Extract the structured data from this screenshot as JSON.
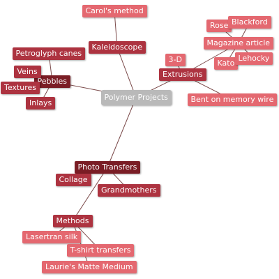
{
  "colors": {
    "root": "#b9b9b9",
    "dark": "#7a1d25",
    "medium": "#ad3340",
    "light": "#e46870"
  },
  "mindmap": {
    "nodes": [
      {
        "id": "root",
        "label": "Polymer Projects",
        "tone": "root"
      },
      {
        "id": "kaleidoscope",
        "label": "Kaleidoscope",
        "tone": "medium"
      },
      {
        "id": "carols-method",
        "label": "Carol's method",
        "tone": "light"
      },
      {
        "id": "extrusions",
        "label": "Extrusions",
        "tone": "medium"
      },
      {
        "id": "3d",
        "label": "3-D",
        "tone": "light"
      },
      {
        "id": "magazine-article",
        "label": "Magazine article",
        "tone": "light"
      },
      {
        "id": "rose",
        "label": "Rose",
        "tone": "light"
      },
      {
        "id": "blackford",
        "label": "Blackford",
        "tone": "light"
      },
      {
        "id": "kato",
        "label": "Kato",
        "tone": "light"
      },
      {
        "id": "lehocky",
        "label": "Lehocky",
        "tone": "light"
      },
      {
        "id": "bent-on-memory-wire",
        "label": "Bent on memory wire",
        "tone": "light"
      },
      {
        "id": "pebbles",
        "label": "Pebbles",
        "tone": "dark"
      },
      {
        "id": "petroglyph-canes",
        "label": "Petroglyph canes",
        "tone": "medium"
      },
      {
        "id": "veins",
        "label": "Veins",
        "tone": "medium"
      },
      {
        "id": "textures",
        "label": "Textures",
        "tone": "medium"
      },
      {
        "id": "inlays",
        "label": "Inlays",
        "tone": "medium"
      },
      {
        "id": "photo-transfers",
        "label": "Photo Transfers",
        "tone": "dark"
      },
      {
        "id": "collage",
        "label": "Collage",
        "tone": "medium"
      },
      {
        "id": "grandmothers",
        "label": "Grandmothers",
        "tone": "medium"
      },
      {
        "id": "methods",
        "label": "Methods",
        "tone": "medium"
      },
      {
        "id": "lasertran-silk",
        "label": "Lasertran silk",
        "tone": "light"
      },
      {
        "id": "t-shirt-transfers",
        "label": "T-shirt transfers",
        "tone": "light"
      },
      {
        "id": "laurie-matte-medium",
        "label": "Laurie's Matte Medium",
        "tone": "light"
      }
    ],
    "links": [
      [
        "root",
        "kaleidoscope"
      ],
      [
        "kaleidoscope",
        "carols-method"
      ],
      [
        "root",
        "extrusions"
      ],
      [
        "extrusions",
        "3d"
      ],
      [
        "extrusions",
        "magazine-article"
      ],
      [
        "magazine-article",
        "rose"
      ],
      [
        "magazine-article",
        "blackford"
      ],
      [
        "magazine-article",
        "kato"
      ],
      [
        "magazine-article",
        "lehocky"
      ],
      [
        "extrusions",
        "bent-on-memory-wire"
      ],
      [
        "root",
        "pebbles"
      ],
      [
        "pebbles",
        "petroglyph-canes"
      ],
      [
        "pebbles",
        "veins"
      ],
      [
        "pebbles",
        "textures"
      ],
      [
        "pebbles",
        "inlays"
      ],
      [
        "root",
        "photo-transfers"
      ],
      [
        "photo-transfers",
        "collage"
      ],
      [
        "photo-transfers",
        "grandmothers"
      ],
      [
        "photo-transfers",
        "methods"
      ],
      [
        "methods",
        "lasertran-silk"
      ],
      [
        "methods",
        "t-shirt-transfers"
      ],
      [
        "methods",
        "laurie-matte-medium"
      ]
    ]
  }
}
